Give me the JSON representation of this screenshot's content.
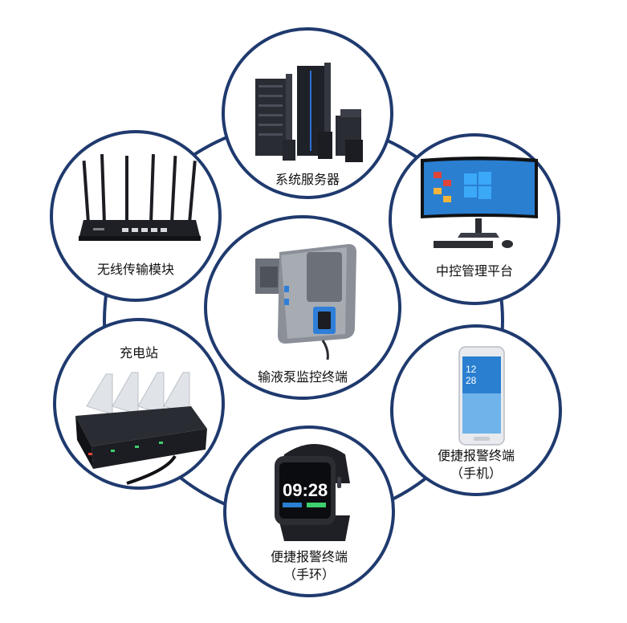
{
  "colors": {
    "ring": "#1f3a6e",
    "device_dark": "#1c1d22",
    "device_gray": "#8a8f98",
    "screen_blue": "#2a7fd1"
  },
  "nodes": {
    "server": {
      "label": "系统服务器",
      "icon": "server-rack-icon"
    },
    "platform": {
      "label": "中控管理平台",
      "icon": "desktop-computer-icon"
    },
    "phone": {
      "label": "便捷报警终端",
      "sublabel": "（手机）",
      "icon": "smartphone-icon",
      "screen_time": "12",
      "screen_time2": "28"
    },
    "watch": {
      "label": "便捷报警终端",
      "sublabel": "（手环）",
      "icon": "smartwatch-icon",
      "time": "09:28"
    },
    "charger": {
      "label": "充电站",
      "icon": "charging-station-icon"
    },
    "router": {
      "label": "无线传输模块",
      "icon": "wireless-router-icon"
    },
    "pump": {
      "label": "输液泵监控终端",
      "icon": "infusion-pump-monitor-icon"
    }
  }
}
